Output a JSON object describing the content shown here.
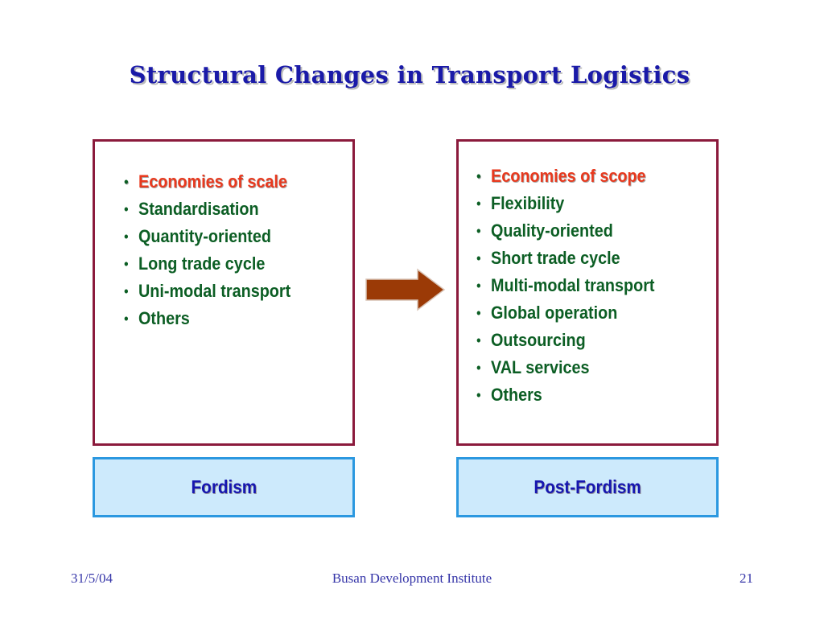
{
  "slide": {
    "title": "Structural Changes in Transport Logistics"
  },
  "left_panel": {
    "items": [
      "Economies of scale",
      "Standardisation",
      "Quantity-oriented",
      "Long trade cycle",
      "Uni-modal transport",
      "Others"
    ],
    "label": "Fordism"
  },
  "right_panel": {
    "items": [
      "Economies of scope",
      "Flexibility",
      "Quality-oriented",
      "Short trade cycle",
      "Multi-modal transport",
      "Global operation",
      "Outsourcing",
      "VAL services",
      "Others"
    ],
    "label": "Post-Fordism"
  },
  "bullet_symbol": "•",
  "arrow": {
    "icon": "right-arrow-icon"
  },
  "footer": {
    "date": "31/5/04",
    "organization": "Busan Development Institute",
    "page_number": "21"
  },
  "colors": {
    "title": "#1a1aa8",
    "box_border": "#8b1a3c",
    "list_text": "#0c5e24",
    "highlight_text": "#e8391e",
    "arrow_fill": "#9b3a06",
    "label_bg": "#cdeafc",
    "label_border": "#2b98e0",
    "label_text": "#1616b0"
  }
}
